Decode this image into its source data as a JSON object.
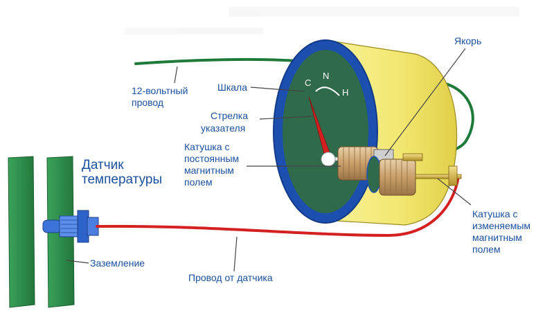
{
  "labels": {
    "wire_12v": [
      "12-вольтный",
      "провод"
    ],
    "scale": "Шкала",
    "anchor": "Якорь",
    "pointer": [
      "Стрелка",
      "указателя"
    ],
    "fixed_coil": [
      "Катушка с",
      "постоянным",
      "магнитным",
      "полем"
    ],
    "variable_coil": [
      "Катушка с",
      "изменяемым",
      "магнитным",
      "полем"
    ],
    "sensor": [
      "Датчик",
      "температуры"
    ],
    "ground": "Заземление",
    "sensor_wire": "Провод от датчика"
  },
  "dial_marks": {
    "cold": "C",
    "normal": "N",
    "hot": "H"
  },
  "colors": {
    "label_text": "#1a4f9e",
    "wire_green": "#1f7a3a",
    "wire_red": "#d42020",
    "dial_face": "#2f6a4a",
    "bezel": "#1d4fb0",
    "housing": "#f3ea7a",
    "needle": "#d42020",
    "wall": "#2e8b4a"
  }
}
